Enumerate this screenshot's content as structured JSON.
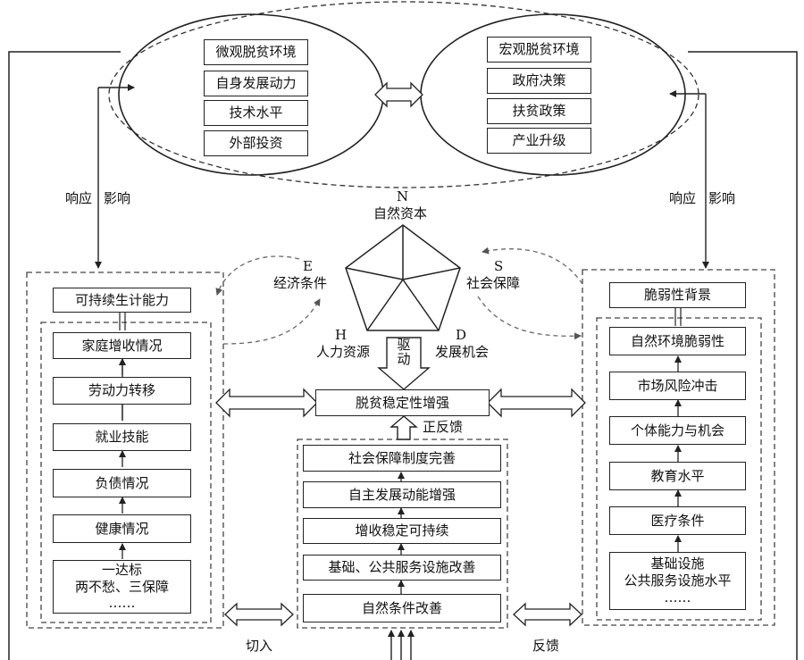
{
  "micro": {
    "title": "微观脱贫环境",
    "items": [
      "自身发展动力",
      "技术水平",
      "外部投资"
    ]
  },
  "macro": {
    "title": "宏观脱贫环境",
    "items": [
      "政府决策",
      "扶贫政策",
      "产业升级"
    ]
  },
  "left_link": {
    "a": "响应",
    "b": "影响"
  },
  "right_link": {
    "a": "响应",
    "b": "影响"
  },
  "pentagon": {
    "n_letter": "N",
    "n_label": "自然资本",
    "e_letter": "E",
    "e_label": "经济条件",
    "s_letter": "S",
    "s_label": "社会保障",
    "h_letter": "H",
    "h_label": "人力资源",
    "d_letter": "D",
    "d_label": "发展机会"
  },
  "drive": "驱动",
  "center_box": "脱贫稳定性增强",
  "feedback_label": "正反馈",
  "left_panel": {
    "head": "可持续生计能力",
    "items": [
      "家庭增收情况",
      "劳动力转移",
      "就业技能",
      "负债情况",
      "健康情况"
    ],
    "bottom": [
      "一达标",
      "两不愁、三保障",
      "……"
    ]
  },
  "center_panel": {
    "items": [
      "社会保障制度完善",
      "自主发展动能增强",
      "增收稳定可持续",
      "基础、公共服务设施改善",
      "自然条件改善"
    ]
  },
  "right_panel": {
    "head": "脆弱性背景",
    "items": [
      "自然环境脆弱性",
      "市场风险冲击",
      "个体能力与机会",
      "教育水平",
      "医疗条件"
    ],
    "bottom": [
      "基础设施",
      "公共服务设施水平",
      "……"
    ]
  },
  "cut_in": "切入",
  "feedback": "反馈"
}
